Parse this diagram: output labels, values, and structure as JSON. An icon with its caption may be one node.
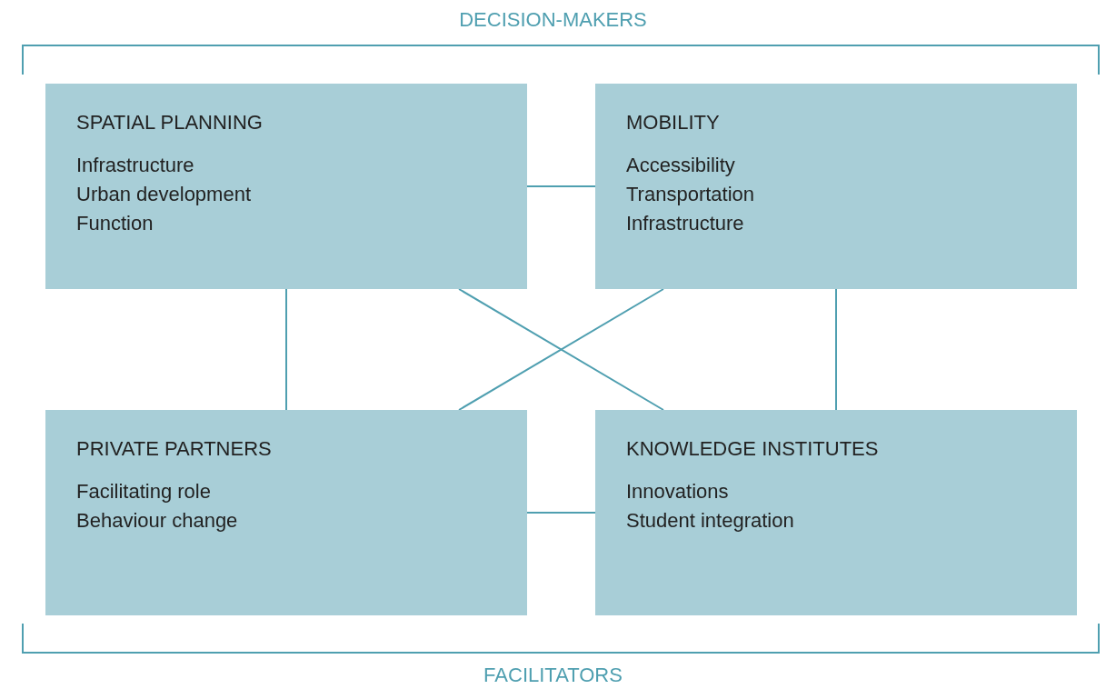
{
  "diagram": {
    "nodes": [
      {
        "text": [
          "SPATIAL PLANNING",
          "Infrastructure",
          "Urban development",
          "Function"
        ]
      },
      {
        "text": [
          "MOBILITY",
          "Accessibility",
          "Transportation",
          "Infrastructure"
        ]
      },
      {
        "text": [
          "PRIVATE PARTNERS",
          "Facilitating role",
          "Behaviour change"
        ]
      },
      {
        "text": [
          "KNOWLEDGE INSTITUTES",
          "Innovations",
          "Student integration"
        ]
      }
    ],
    "edges": [
      {
        "from": 0,
        "to": 1,
        "arrow": "none"
      },
      {
        "from": 0,
        "to": 2,
        "arrow": "none"
      },
      {
        "from": 0,
        "to": 3,
        "arrow": "none"
      },
      {
        "from": 1,
        "to": 2,
        "arrow": "none"
      },
      {
        "from": 1,
        "to": 3,
        "arrow": "none"
      },
      {
        "from": 2,
        "to": 3,
        "arrow": "none"
      }
    ],
    "labels": [
      "DECISION-MAKERS",
      "FACILITATORS"
    ]
  }
}
